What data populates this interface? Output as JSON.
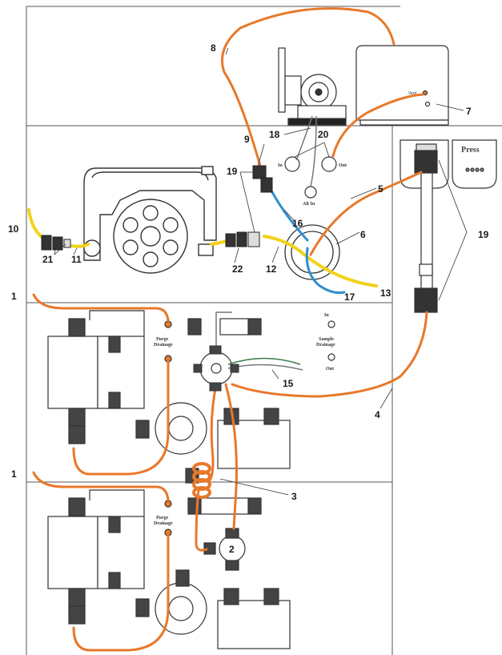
{
  "callouts": {
    "c1a": "1",
    "c1b": "1",
    "c2": "2",
    "c3": "3",
    "c4": "4",
    "c5": "5",
    "c6": "6",
    "c7": "7",
    "c8": "8",
    "c9": "9",
    "c10": "10",
    "c11": "11",
    "c12": "12",
    "c13": "13",
    "c15": "15",
    "c16": "16",
    "c17": "17",
    "c18": "18",
    "c19a": "19",
    "c19b": "19",
    "c20": "20",
    "c21": "21",
    "c22": "22"
  },
  "panel_labels": {
    "press": "Press",
    "vent_upper": "Vent",
    "purge_upper_1": "Purge",
    "purge_upper_2": "Drainage",
    "sample_1": "Sample",
    "sample_2": "Drainage",
    "in_label": "In",
    "out_label": "Out",
    "purge_lower_1": "Purge",
    "purge_lower_2": "Drainage",
    "port_in": "In",
    "port_out": "Out",
    "port_alt": "Alt In"
  },
  "colors": {
    "orange_tubing": "#e8782a",
    "yellow_tubing": "#f2d21a",
    "blue_tubing": "#2f8fd0",
    "line": "#333333"
  }
}
